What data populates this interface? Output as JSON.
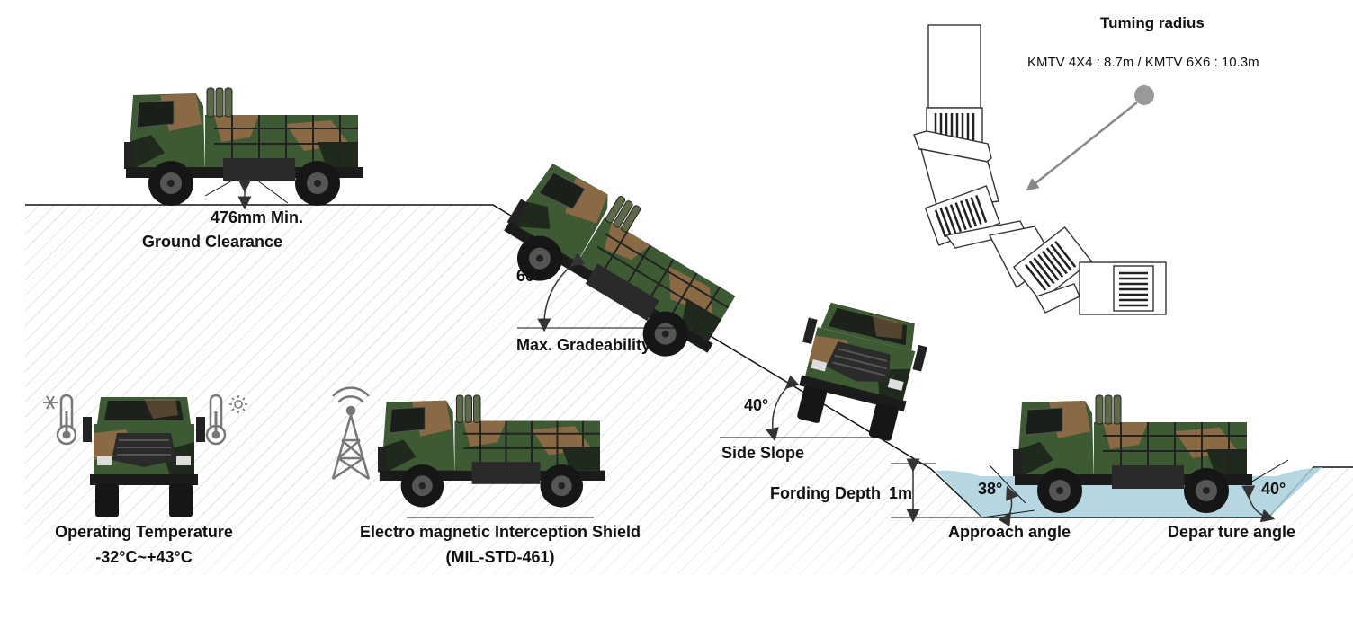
{
  "ground_clearance": {
    "value": "476mm Min.",
    "label": "Ground Clearance"
  },
  "gradeability": {
    "angle": "60°",
    "label": "Max. Gradeability"
  },
  "side_slope": {
    "angle": "40°",
    "label": "Side Slope"
  },
  "fording": {
    "label": "Fording Depth",
    "value": "1m"
  },
  "approach": {
    "angle": "38°",
    "label": "Approach angle"
  },
  "departure": {
    "angle": "40°",
    "label": "Depar ture angle"
  },
  "turning": {
    "title": "Tuming radius",
    "detail": "KMTV 4X4 : 8.7m / KMTV 6X6 : 10.3m"
  },
  "temperature": {
    "label": "Operating Temperature",
    "range": "-32°C~+43°C"
  },
  "shield": {
    "label": "Electro magnetic Interception Shield",
    "standard": "(MIL-STD-461)"
  },
  "colors": {
    "water": "#a9cfdc",
    "camo_green": "#3d5a34",
    "camo_brown": "#8a6a45",
    "camo_dark": "#1f2a1c",
    "hatch": "#d0d0d0"
  },
  "icons": [
    "snowflake-icon",
    "thermometer-icon",
    "sun-icon",
    "antenna-tower-icon",
    "arrow-icon"
  ]
}
